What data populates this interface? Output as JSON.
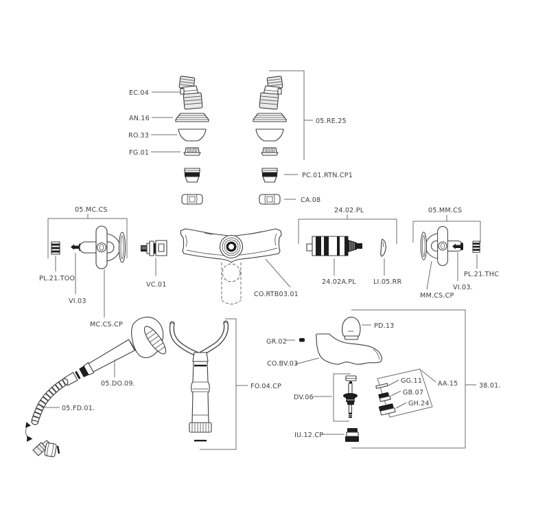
{
  "diagram_type": "faucet-exploded-parts-diagram",
  "colors": {
    "background": "#ffffff",
    "leader_line": "#6b6b6b",
    "part_stroke": "#3a3a3a",
    "part_fill_light": "#e8e8e8",
    "part_fill_dark": "#1d1d1d",
    "label_text": "#3d3d3d"
  },
  "labels": {
    "ec04": "EC.04",
    "an16": "AN.16",
    "ro33": "RO.33",
    "fg01": "FG.01",
    "re25": "05.RE.25",
    "pc01": "PC.01.RTN.CP1",
    "ca08": "CA.08",
    "mccs": "05.MC.CS",
    "pl21too": "PL.21.TOO",
    "vi03_left": "VI.03",
    "mccscp": "MC.CS.CP",
    "vc01": "VC.01",
    "body": "CO.RTB03.01",
    "pl2402": "24.02.PL",
    "pl2402a": "24.02A.PL",
    "li05rr": "LI.05.RR",
    "mmcs": "05.MM.CS",
    "mmcscp": "MM.CS.CP",
    "vi03_right": "VI.03.",
    "pl21thc": "PL.21.THC",
    "do09": "05.DO.09.",
    "fd01": "05.FD.01.",
    "fo04cp": "FO.04.CP",
    "pd13": "PD.13",
    "gr02": "GR.02",
    "cobv03": "CO.BV.03",
    "dv06": "DV.06",
    "gg11": "GG.11",
    "gb07": "GB.07",
    "gh24": "GH.24",
    "aa15": "AA.15",
    "n3801": "38.01.",
    "iu12cp": "IU.12.CP"
  }
}
